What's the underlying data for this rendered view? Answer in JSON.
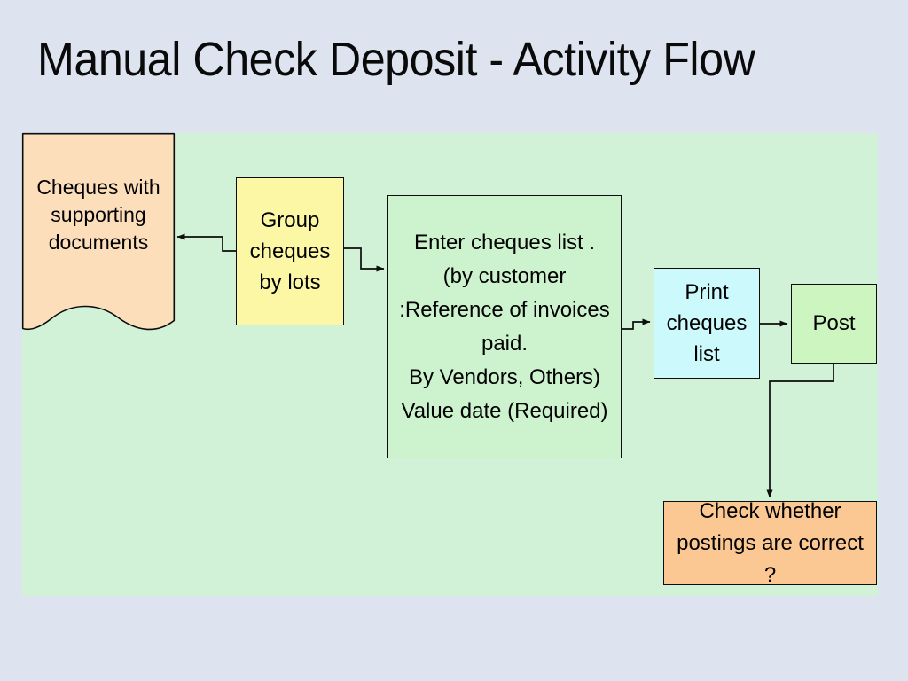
{
  "slide": {
    "title": "Manual Check Deposit - Activity Flow",
    "background_color": "#dde4f0",
    "panel_color": "#d2f2d8"
  },
  "nodes": {
    "source_documents": {
      "label": "Cheques with\nsupporting\ndocuments",
      "shape": "document",
      "fill": "#fcdebb"
    },
    "group_cheques": {
      "label": "Group\ncheques\nby lots",
      "shape": "rectangle",
      "fill": "#fbf7a4"
    },
    "enter_cheques": {
      "label": "Enter cheques list .\n(by customer\n:Reference of invoices\npaid.\nBy Vendors, Others)\nValue date (Required)",
      "shape": "rectangle",
      "fill": "#cdf3ce"
    },
    "print_cheques": {
      "label": "Print\ncheques\nlist",
      "shape": "rectangle",
      "fill": "#ccfafc"
    },
    "post": {
      "label": "Post",
      "shape": "rectangle",
      "fill": "#ccf5c0"
    },
    "check_postings": {
      "label": "Check whether\npostings are correct ?",
      "shape": "rectangle",
      "fill": "#fbc894"
    }
  },
  "connectors": [
    {
      "name": "group-cheques-to-source-documents",
      "from": "group_cheques",
      "to": "source_documents",
      "arrow": "end"
    },
    {
      "name": "group-cheques-to-enter-cheques",
      "from": "group_cheques",
      "to": "enter_cheques",
      "arrow": "end"
    },
    {
      "name": "enter-cheques-to-print-cheques",
      "from": "enter_cheques",
      "to": "print_cheques",
      "arrow": "end"
    },
    {
      "name": "print-cheques-to-post",
      "from": "print_cheques",
      "to": "post",
      "arrow": "end"
    },
    {
      "name": "post-to-check-postings",
      "from": "post",
      "to": "check_postings",
      "arrow": "end"
    }
  ]
}
